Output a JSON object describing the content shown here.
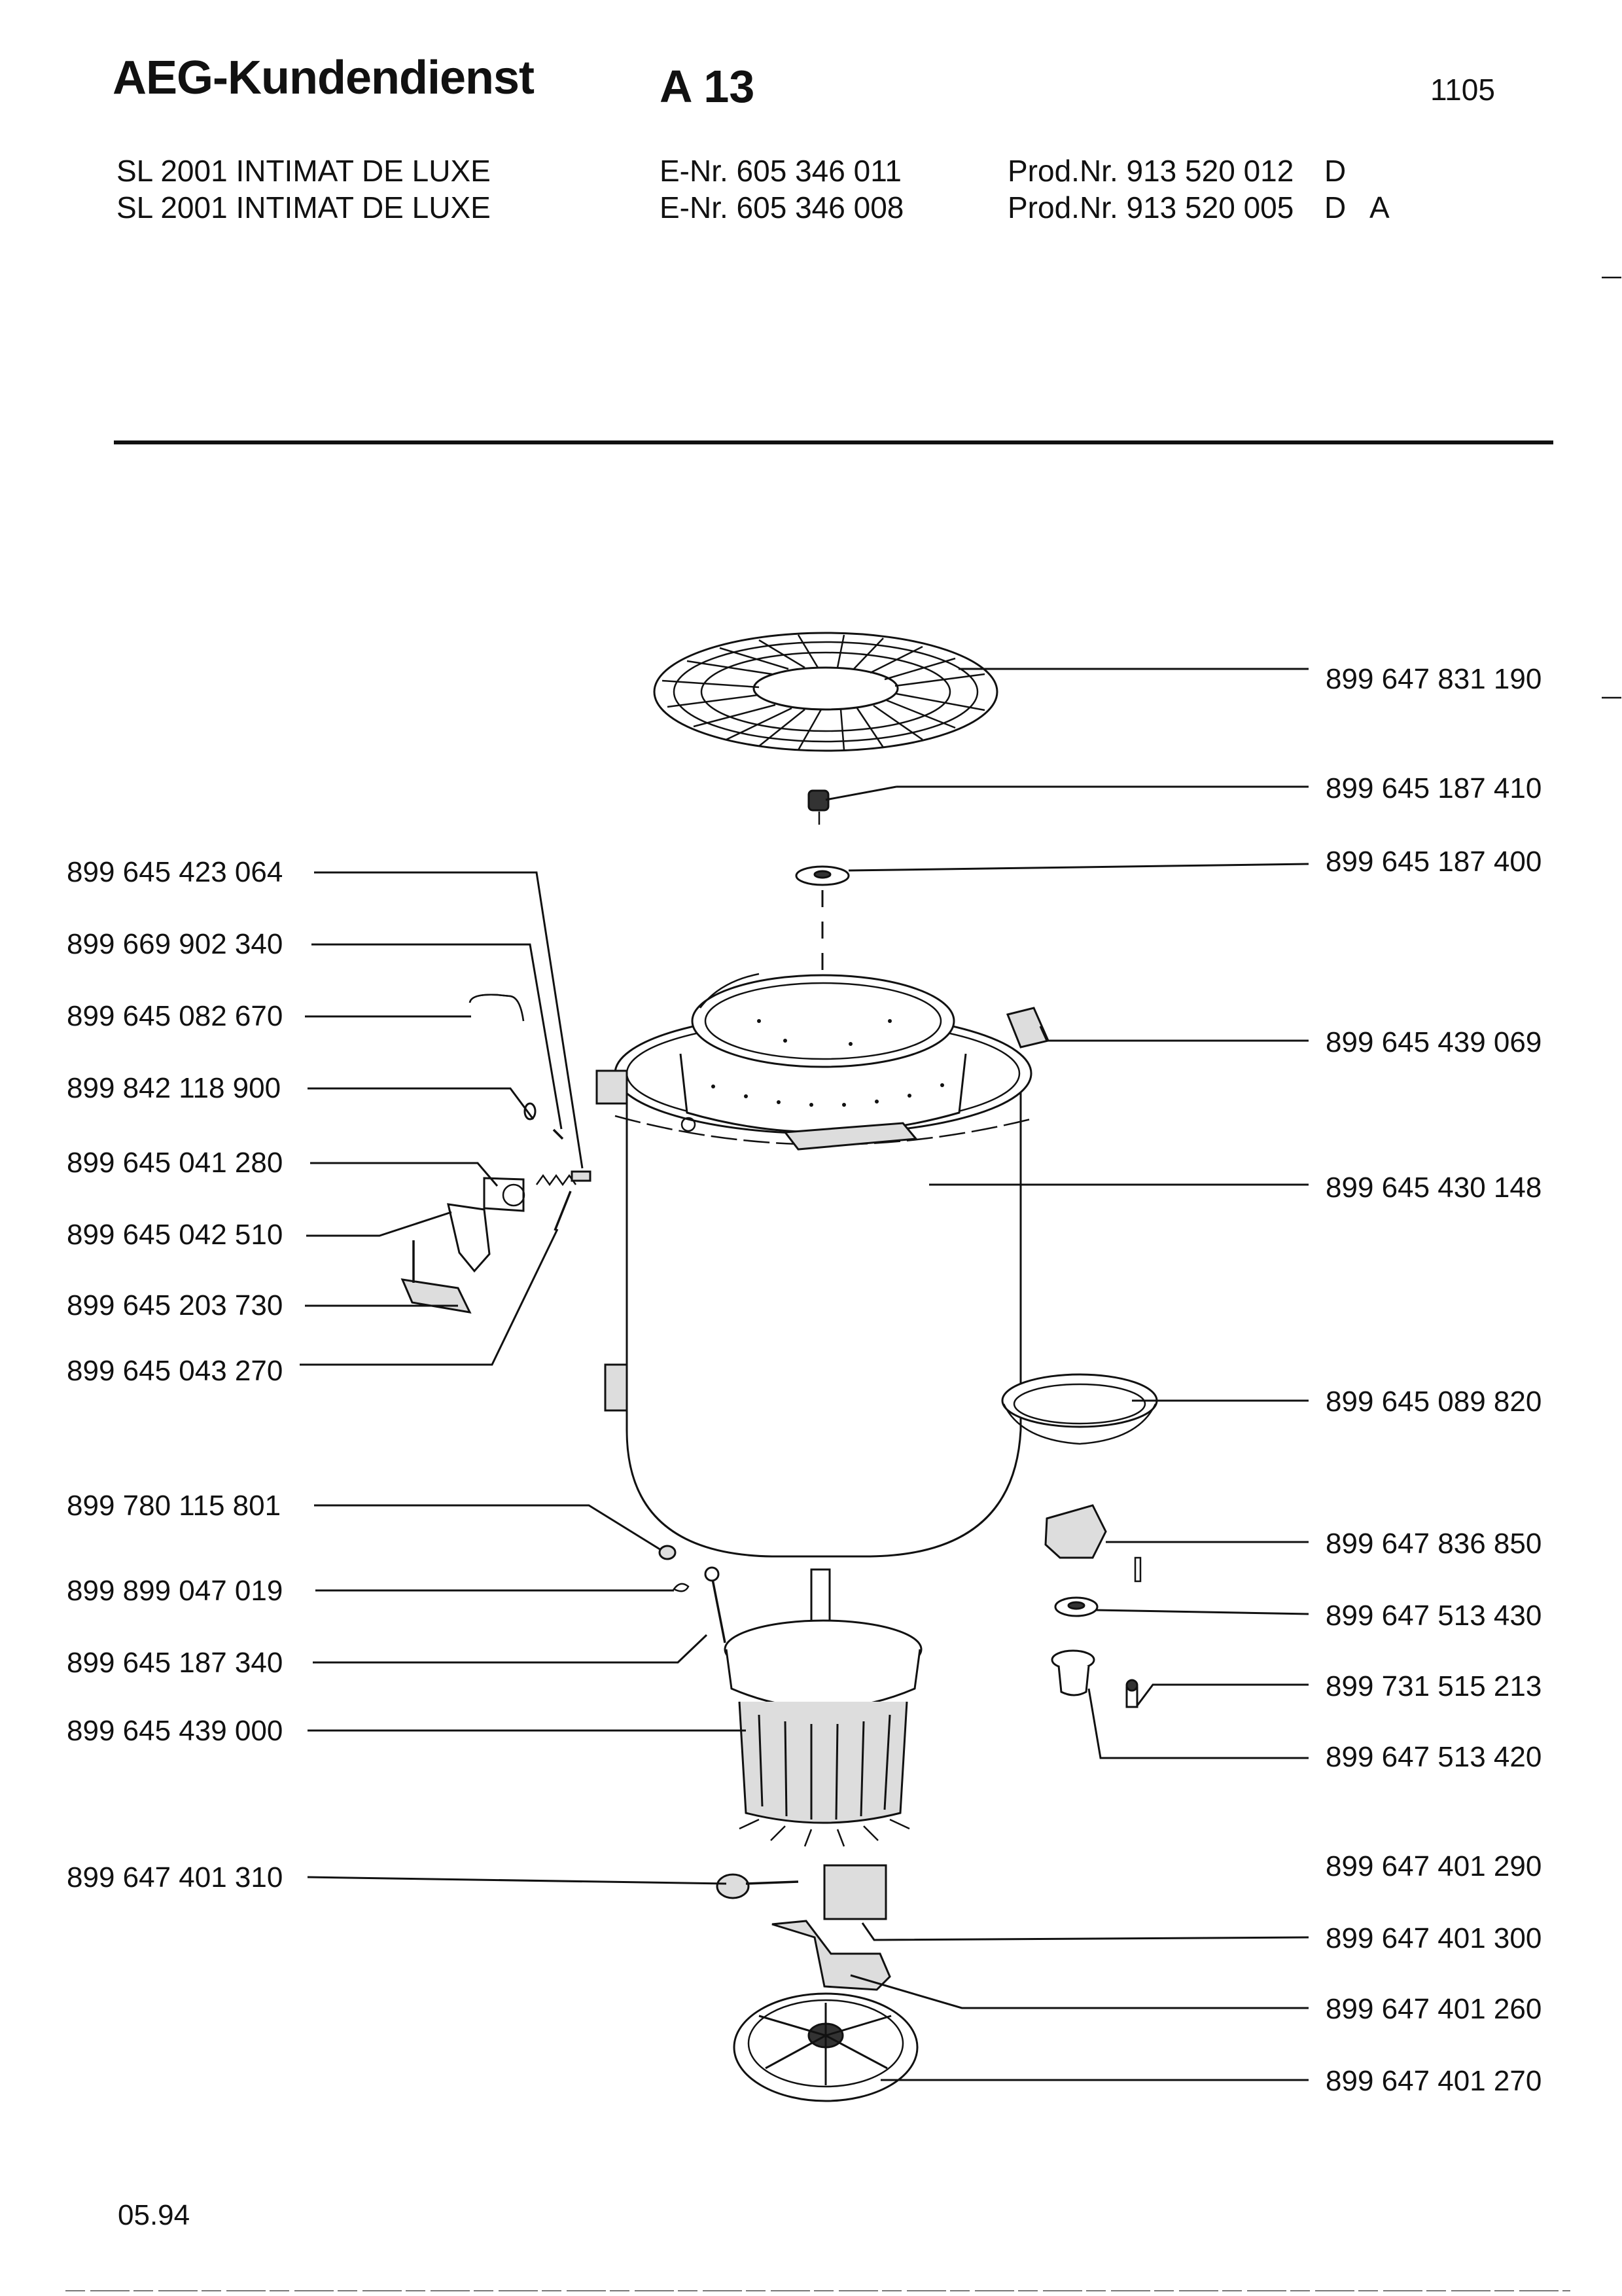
{
  "header": {
    "brand": "AEG-Kundendienst",
    "sheet": "A 13",
    "page_number": "1105"
  },
  "models": [
    {
      "name": "SL 2001 INTIMAT DE LUXE",
      "enr": "E-Nr. 605 346 011",
      "prod": "Prod.Nr. 913 520 012",
      "variant": "D"
    },
    {
      "name": "SL 2001 INTIMAT DE LUXE",
      "enr": "E-Nr. 605 346 008",
      "prod": "Prod.Nr. 913 520 005",
      "variant": "D   A"
    }
  ],
  "parts_left": [
    "899 645 423 064",
    "899 669 902 340",
    "899 645 082 670",
    "899 842 118 900",
    "899 645 041 280",
    "899 645 042 510",
    "899 645 203 730",
    "899 645 043 270",
    "899 780 115 801",
    "899 899 047 019",
    "899 645 187 340",
    "899 645 439 000",
    "899 647 401 310"
  ],
  "parts_right": [
    "899 647 831 190",
    "899 645 187 410",
    "899 645 187 400",
    "899 645 439 069",
    "899 645 430 148",
    "899 645 089 820",
    "899 647 836 850",
    "899 647 513 430",
    "899 731 515 213",
    "899 647 513 420",
    "899 647 401 290",
    "899 647 401 300",
    "899 647 401 260",
    "899 647 401 270"
  ],
  "footer": {
    "date": "05.94"
  }
}
